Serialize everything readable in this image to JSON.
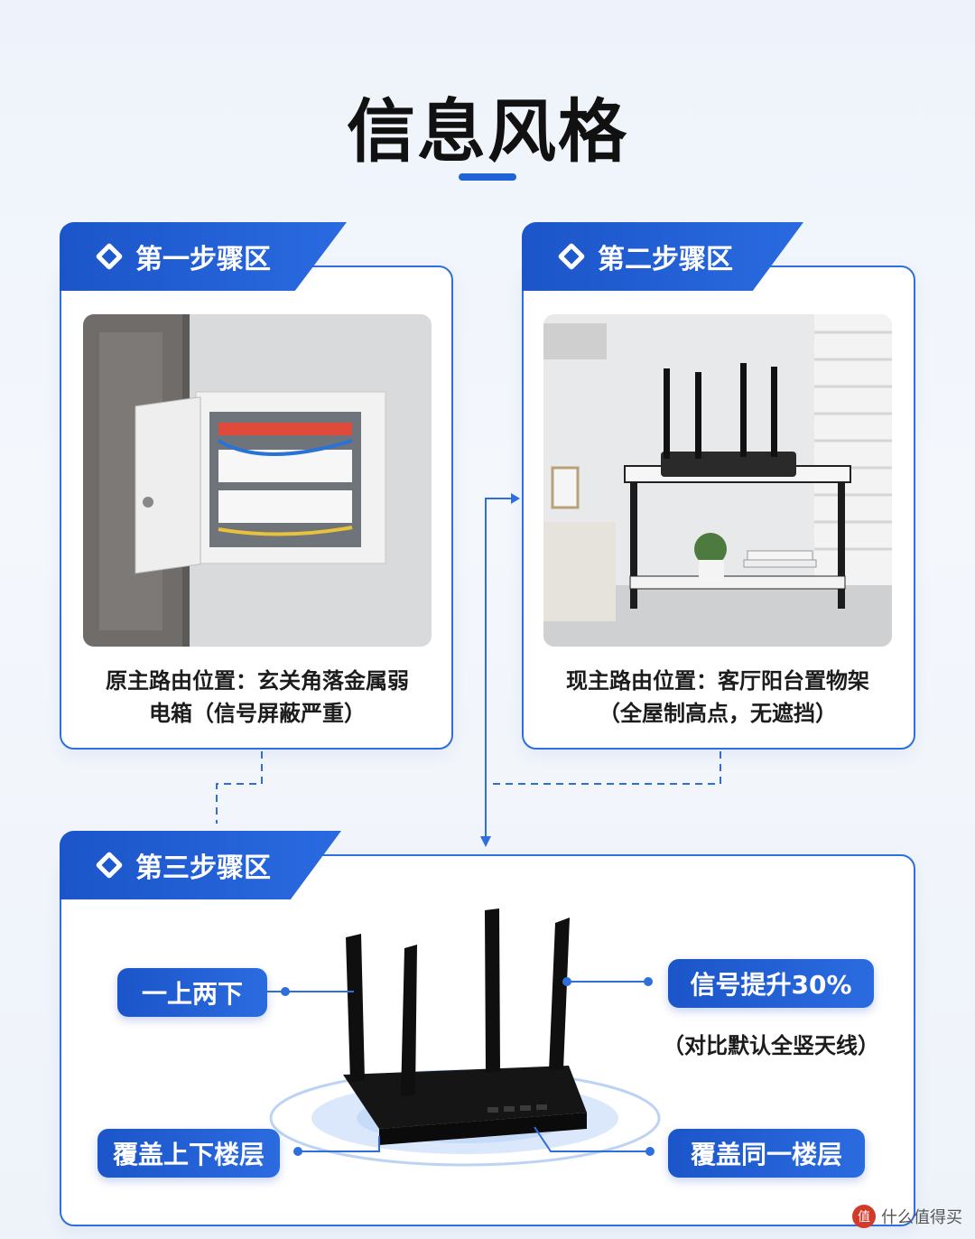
{
  "title": "信息风格",
  "steps": [
    {
      "label": "第一步骤区",
      "caption_line1": "原主路由位置：玄关角落金属弱",
      "caption_line2": "电箱（信号屏蔽严重）"
    },
    {
      "label": "第二步骤区",
      "caption_line1": "现主路由位置：客厅阳台置物架",
      "caption_line2": "（全屋制高点，无遮挡）"
    },
    {
      "label": "第三步骤区"
    }
  ],
  "callouts": {
    "top_left": "一上两下",
    "top_right": "信号提升30%",
    "top_right_note": "（对比默认全竖天线）",
    "bottom_left": "覆盖上下楼层",
    "bottom_right": "覆盖同一楼层"
  },
  "watermark": {
    "badge": "值",
    "text": "什么值得买"
  },
  "colors": {
    "accent": "#1f63d6",
    "tab": "#1b55c9"
  }
}
